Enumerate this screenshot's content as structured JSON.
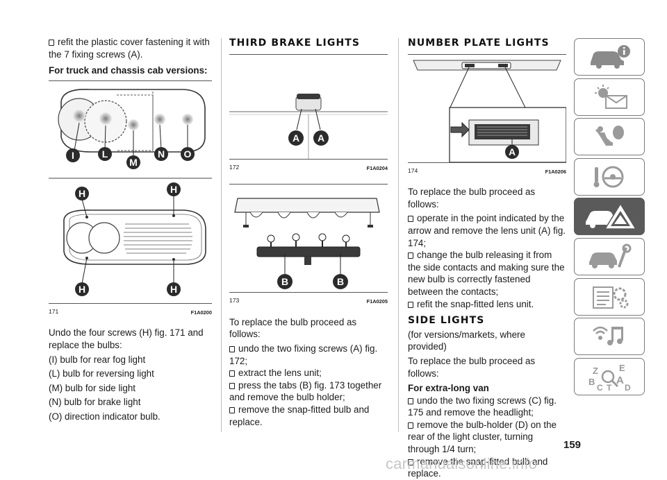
{
  "col1": {
    "top_bullet": "refit the plastic cover fastening it with the 7 fixing screws (A).",
    "subheading": "For truck and chassis cab versions:",
    "fig171": {
      "labels": [
        "I",
        "L",
        "M",
        "N",
        "O"
      ],
      "h_label": "H",
      "number": "171",
      "code": "F1A0200"
    },
    "intro": "Undo the four screws (H) fig. 171 and replace the bulbs:",
    "bulbs": [
      "(I) bulb for rear fog light",
      "(L) bulb for reversing light",
      "(M) bulb for side light",
      "(N) bulb for brake light",
      "(O) direction indicator bulb."
    ]
  },
  "col2": {
    "heading": "THIRD BRAKE LIGHTS",
    "fig172": {
      "label": "A",
      "number": "172",
      "code": "F1A0204"
    },
    "fig173": {
      "label": "B",
      "number": "173",
      "code": "F1A0205"
    },
    "intro": "To replace the bulb proceed as follows:",
    "steps": [
      "undo the two fixing screws (A) fig. 172;",
      "extract the lens unit;",
      "press the tabs (B) fig. 173 together and remove the bulb holder;",
      "remove the snap-fitted bulb and replace."
    ]
  },
  "col3": {
    "heading": "NUMBER PLATE LIGHTS",
    "fig174": {
      "label": "A",
      "number": "174",
      "code": "F1A0206"
    },
    "intro": "To replace the bulb proceed as follows:",
    "steps": [
      "operate in the point indicated by the arrow and remove the lens unit (A) fig. 174;",
      "change the bulb releasing it from the side contacts and making sure the new bulb is correctly fastened between the contacts;",
      "refit the snap-fitted lens unit."
    ],
    "heading2": "SIDE LIGHTS",
    "side_note": "(for versions/markets, where provided)",
    "intro2": "To replace the bulb proceed as follows:",
    "subheading": "For extra-long van",
    "steps2": [
      "undo the two fixing screws (C) fig. 175 and remove the headlight;",
      "remove the bulb-holder (D) on the rear of the light cluster, turning through 1/4 turn;",
      "remove the snap-fitted bulb and replace."
    ]
  },
  "sidebar": {
    "tabs": [
      {
        "icon": "car-info-icon"
      },
      {
        "icon": "warning-lights-icon"
      },
      {
        "icon": "safety-airbag-icon"
      },
      {
        "icon": "steering-key-icon"
      },
      {
        "icon": "emergency-breakdown-icon",
        "active": true
      },
      {
        "icon": "maintenance-tools-icon"
      },
      {
        "icon": "technical-data-icon"
      },
      {
        "icon": "multimedia-icon"
      },
      {
        "icon": "index-letters-icon",
        "letters": [
          "Z",
          "E",
          "B",
          "A",
          "C",
          "T",
          "D"
        ]
      }
    ]
  },
  "page_number": "159",
  "watermark": "carmanualsonline.info"
}
